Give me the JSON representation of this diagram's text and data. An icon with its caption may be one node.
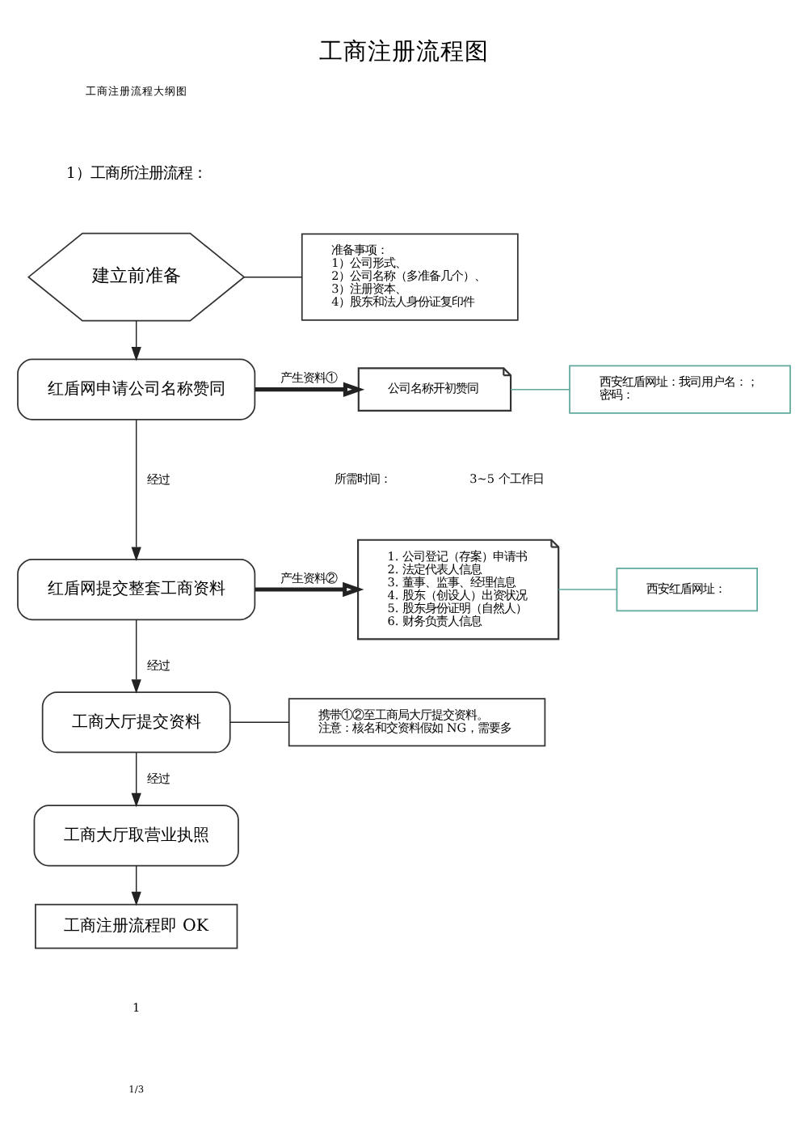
{
  "diagram": {
    "title": "工商注册流程图",
    "nodes": [
      {
        "text": [
          "建立前准备"
        ]
      },
      {
        "text": [
          "准备事项：",
          "1）公司形式、",
          "2）公司名称（多准备几个）、",
          "3）注册资本、",
          "4）股东和法人身份证复印件"
        ]
      },
      {
        "text": [
          "红盾网申请公司名称赞同"
        ]
      },
      {
        "text": [
          "公司名称开初赞同"
        ]
      },
      {
        "text": [
          "西安红盾网址：我司用户名：；",
          "密码："
        ]
      },
      {
        "text": [
          "红盾网提交整套工商资料"
        ]
      },
      {
        "text": [
          "1. 公司登记（存案）申请书",
          "2. 法定代表人信息",
          "3. 董事、监事、经理信息",
          "4. 股东（创设人）出资状况",
          "5. 股东身份证明（自然人）",
          "6. 财务负责人信息"
        ]
      },
      {
        "text": [
          "西安红盾网址："
        ]
      },
      {
        "text": [
          "工商大厅提交资料"
        ]
      },
      {
        "text": [
          "携带①②至工商局大厅提交资料。",
          "注意：核名和交资料假如 NG，需要多"
        ]
      },
      {
        "text": [
          "工商大厅取营业执照"
        ]
      },
      {
        "text": [
          "工商注册流程即 OK"
        ]
      }
    ],
    "edges": [
      {
        "from": 0,
        "to": 2,
        "arrow": "to"
      },
      {
        "from": 1,
        "to": 0,
        "arrow": "none"
      },
      {
        "from": 2,
        "to": 3,
        "arrow": "to",
        "label": "产生资料①",
        "style": "thick"
      },
      {
        "from": 4,
        "to": 3,
        "arrow": "none",
        "color": "#5fa89c"
      },
      {
        "from": 2,
        "to": 5,
        "arrow": "to",
        "label": "经过"
      },
      {
        "from": 5,
        "to": 6,
        "arrow": "to",
        "label": "产生资料②",
        "style": "thick"
      },
      {
        "from": 7,
        "to": 6,
        "arrow": "none",
        "color": "#5fa89c"
      },
      {
        "from": 5,
        "to": 8,
        "arrow": "to",
        "label": "经过"
      },
      {
        "from": 9,
        "to": 8,
        "arrow": "none"
      },
      {
        "from": 8,
        "to": 10,
        "arrow": "to",
        "label": "经过"
      },
      {
        "from": 10,
        "to": 11,
        "arrow": "to"
      }
    ],
    "labels": [
      "工商注册流程大纲图",
      "1）工商所注册流程：",
      "所需时间：",
      "3~5 个工作日",
      "1",
      "1/3"
    ]
  }
}
